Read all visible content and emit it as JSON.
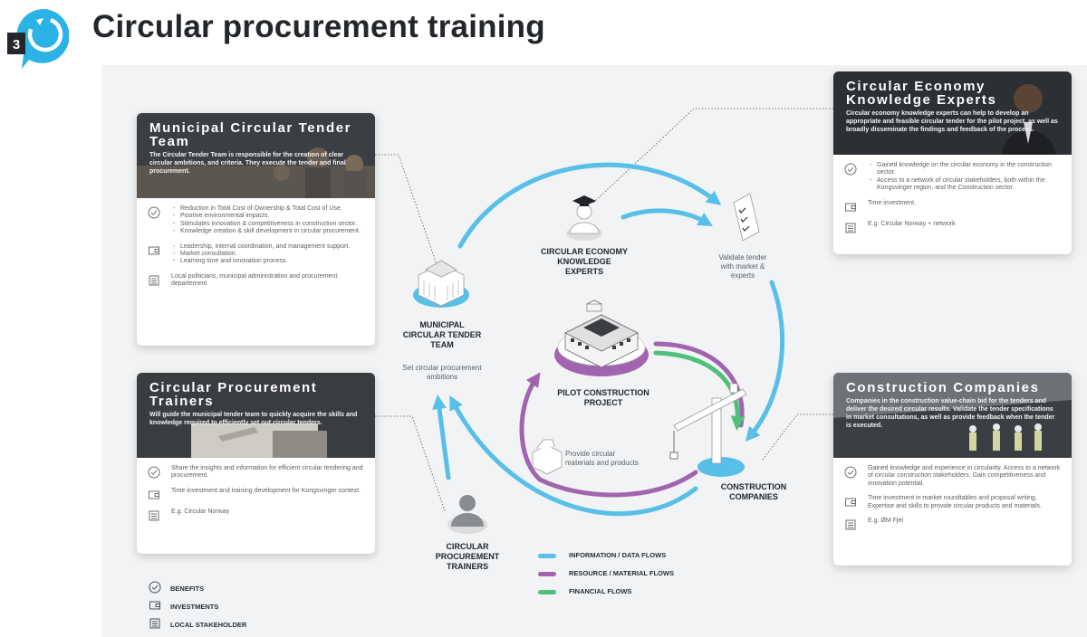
{
  "header": {
    "step_number": "3",
    "title": "Circular procurement training"
  },
  "colors": {
    "information_flow": "#58bfe8",
    "resource_flow": "#a164ae",
    "financial_flow": "#4fc07a",
    "card_header": "#2f3236"
  },
  "cards": {
    "tender_team": {
      "title": "Municipal Circular Tender Team",
      "description": "The Circular Tender Team is responsible for the creation of clear circular ambitions, and criteria. They execute the tender and final procurement.",
      "benefits": [
        "Reduction in Total Cost of Ownership & Total Cost of Use.",
        "Positive environmental impacts.",
        "Stimulates innovation & competitiveness in construction sector.",
        "Knowledge creation & skill development in circular procurement."
      ],
      "investments": [
        "Leadership, internal coordination, and management support.",
        "Market consultation.",
        "Learning time and innovation process."
      ],
      "stakeholder": "Local politicians, municipal administration and procurement departement"
    },
    "trainers": {
      "title": "Circular Procurement Trainers",
      "description": "Will guide the municipal tender team to quickly acquire the skills and knowledge required to efficiently set out circular tenders.",
      "benefits": "Share the insights and information for efficient circular tendering and procurement.",
      "investments": "Time investment and training development for Kongsvinger context.",
      "stakeholder": "E.g. Circular Norway"
    },
    "experts": {
      "title": "Circular Economy Knowledge Experts",
      "description": "Circular economy knowledge experts can help to develop an appropriate and feasible circular tender for the pilot project, as well as broadly disseminate the findings and feedback of the process.",
      "benefits": [
        "Gained knowledge on the circular economy in the construction sector.",
        "Access to a network of circular stakeholders, both within the Kongsvinger region, and the Construction sector."
      ],
      "investments": "Time investment.",
      "stakeholder": "E.g. Circular Norway + network"
    },
    "construction": {
      "title": "Construction Companies",
      "description": "Companies in the construction value-chain bid for the tenders and deliver the desired circular results. Validate the tender specifications in market consultations, as well as provide feedback when the tender is executed.",
      "benefits": "Gained knowledge and experience in circularity. Access to a network of circular construction stakeholders. Gain competitiveness and innovation potential.",
      "investments": "Time investment in market roundtables and proposal writing. Expertise and skills to provide circular products and materials.",
      "stakeholder": "E.g. ØM Fjel"
    }
  },
  "diagram": {
    "tender_team_label": [
      "MUNICIPAL",
      "CIRCULAR TENDER",
      "TEAM"
    ],
    "tender_team_action": [
      "Set circular procurement",
      "ambitions"
    ],
    "experts_label": [
      "CIRCULAR ECONOMY",
      "KNOWLEDGE",
      "EXPERTS"
    ],
    "validate_label": [
      "Validate tender",
      "with market &",
      "experts"
    ],
    "pilot_label": [
      "PILOT CONSTRUCTION",
      "PROJECT"
    ],
    "materials_label": [
      "Provide circular",
      "materials and products"
    ],
    "construction_label": [
      "CONSTRUCTION",
      "COMPANIES"
    ],
    "trainers_label": [
      "CIRCULAR",
      "PROCUREMENT",
      "TRAINERS"
    ]
  },
  "legend": [
    {
      "label": "INFORMATION / DATA FLOWS",
      "color": "#58bfe8"
    },
    {
      "label": "RESOURCE / MATERIAL FLOWS",
      "color": "#a164ae"
    },
    {
      "label": "FINANCIAL FLOWS",
      "color": "#4fc07a"
    }
  ],
  "icon_key": [
    {
      "label": "BENEFITS",
      "icon": "check-circle-icon"
    },
    {
      "label": "INVESTMENTS",
      "icon": "wallet-icon"
    },
    {
      "label": "LOCAL STAKEHOLDER",
      "icon": "building-icon"
    }
  ]
}
